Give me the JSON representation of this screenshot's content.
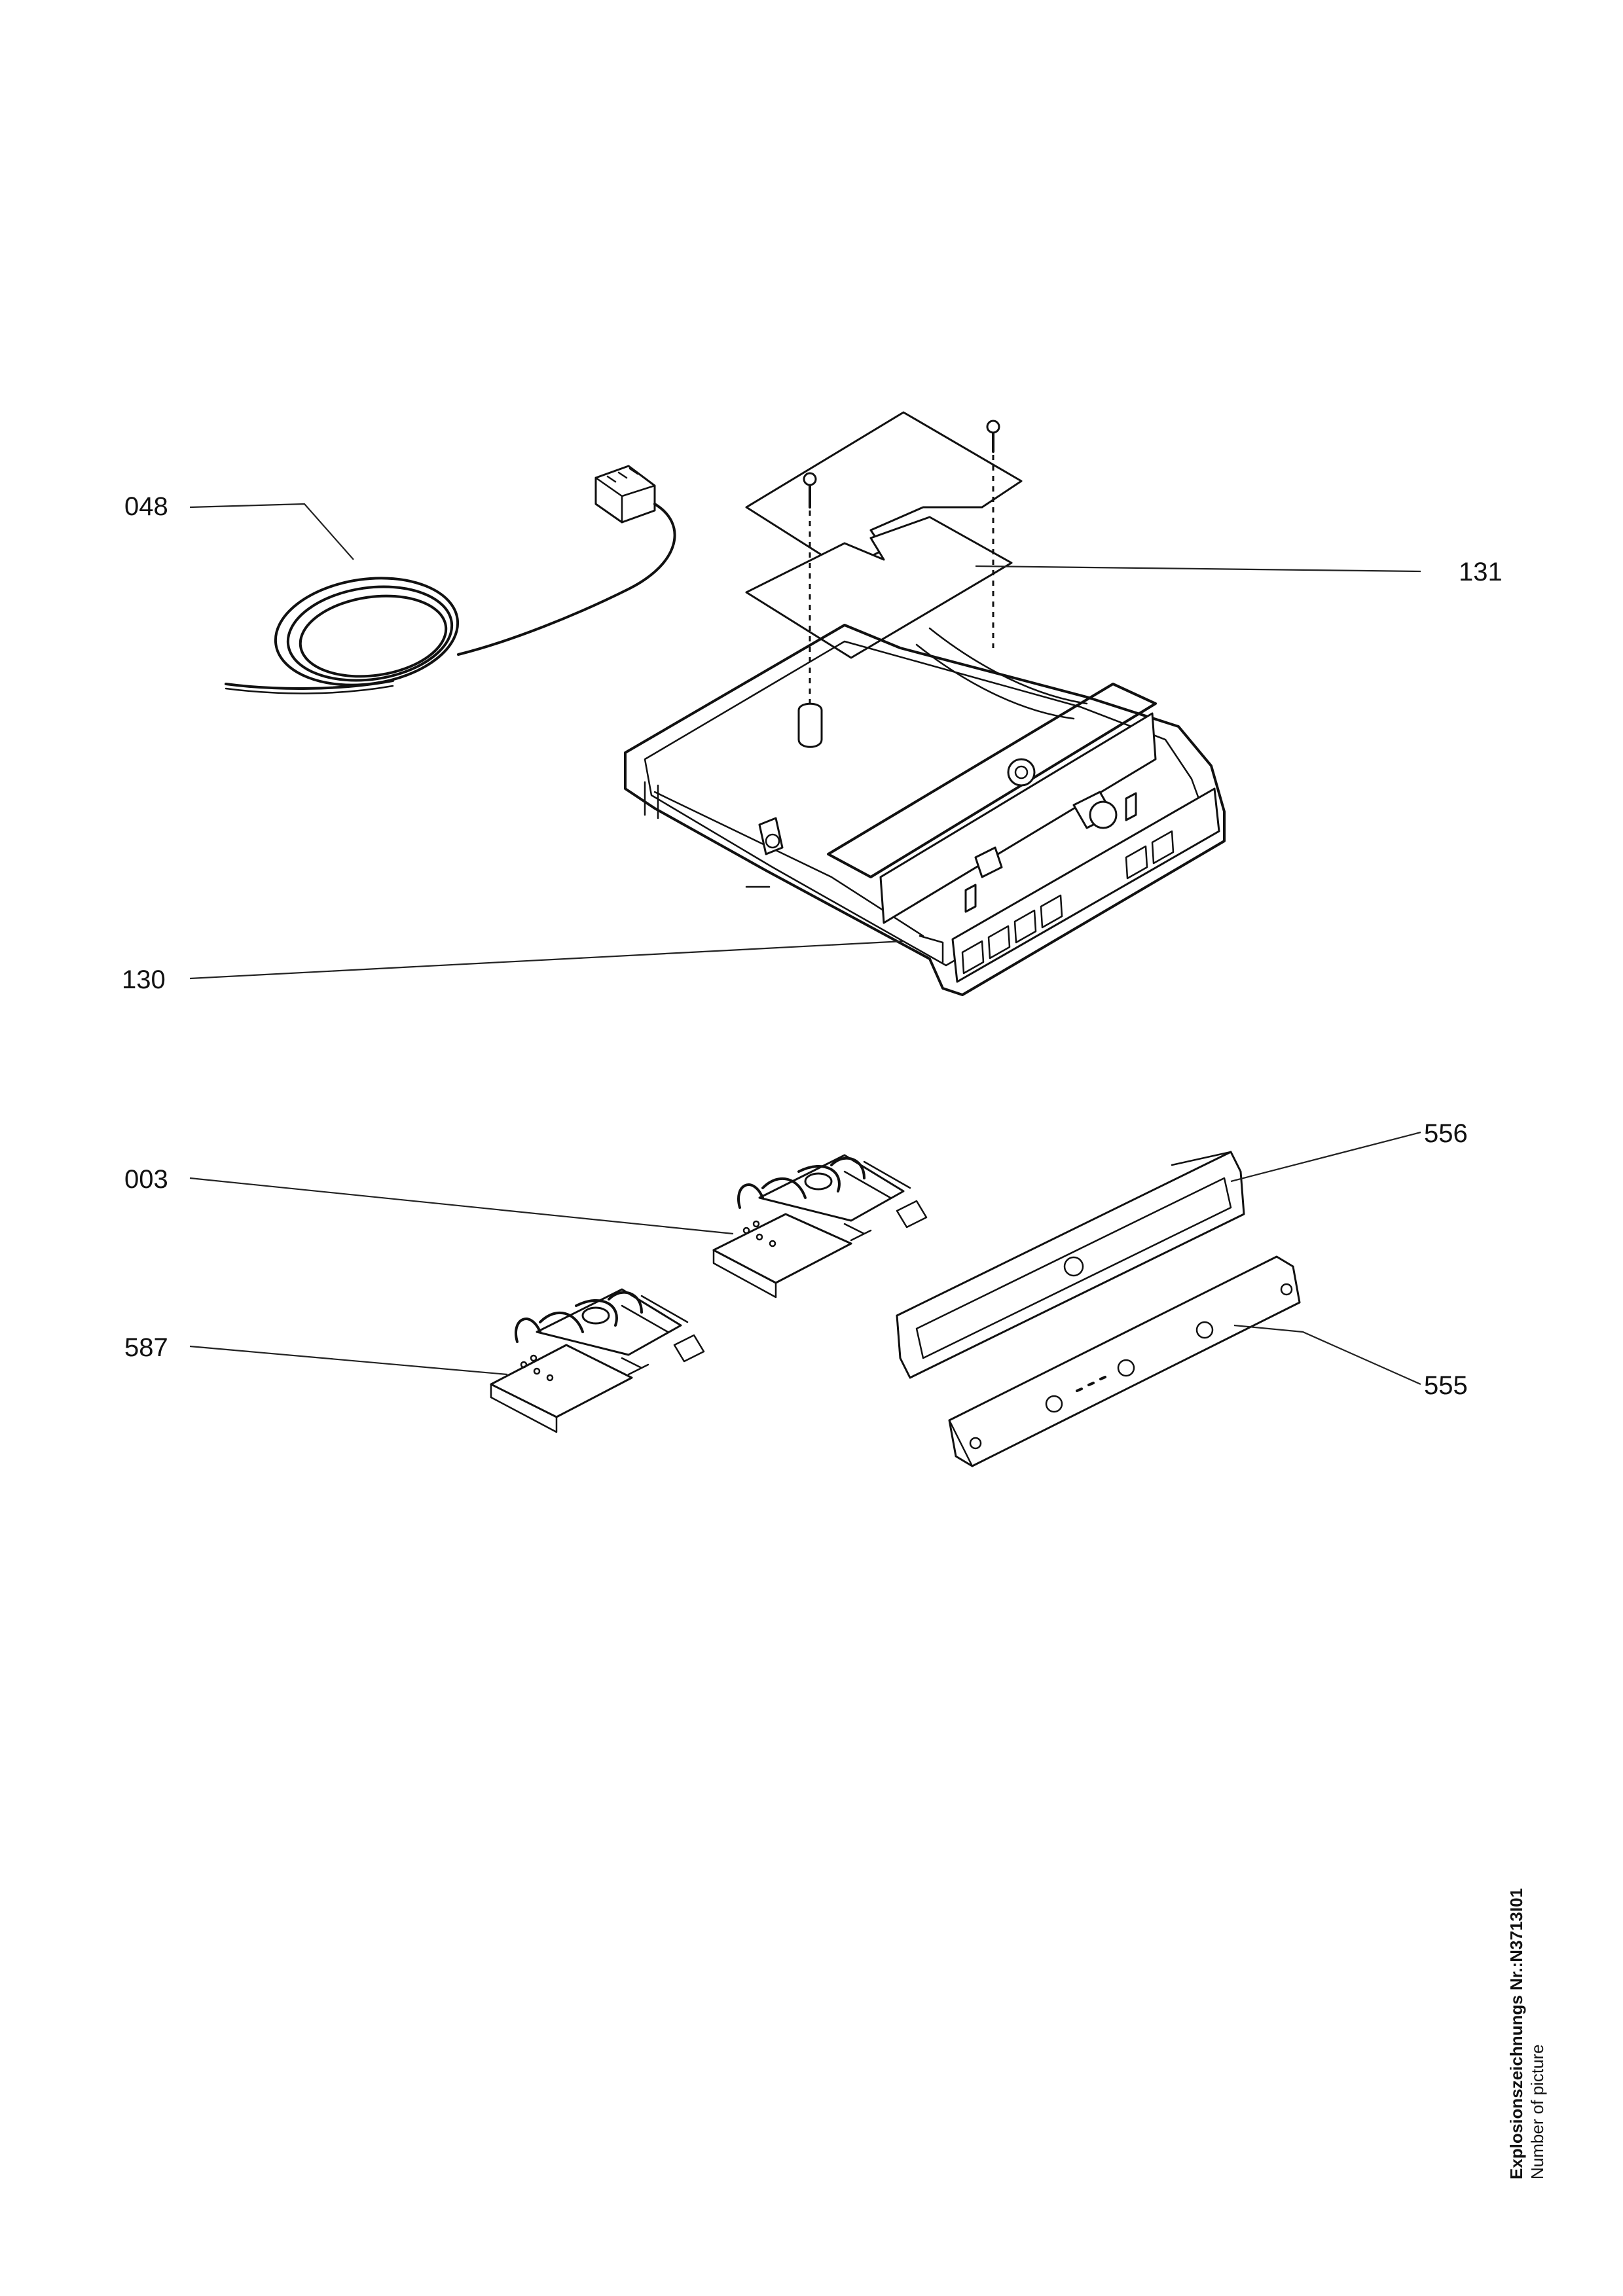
{
  "callouts": {
    "cable": "048",
    "pcb": "131",
    "housing": "130",
    "module_upper": "003",
    "module_lower": "587",
    "frame": "556",
    "panel": "555"
  },
  "footer": {
    "title": "Explosionszeichnungs Nr.:N3713I01",
    "subtitle": "Number of picture"
  }
}
